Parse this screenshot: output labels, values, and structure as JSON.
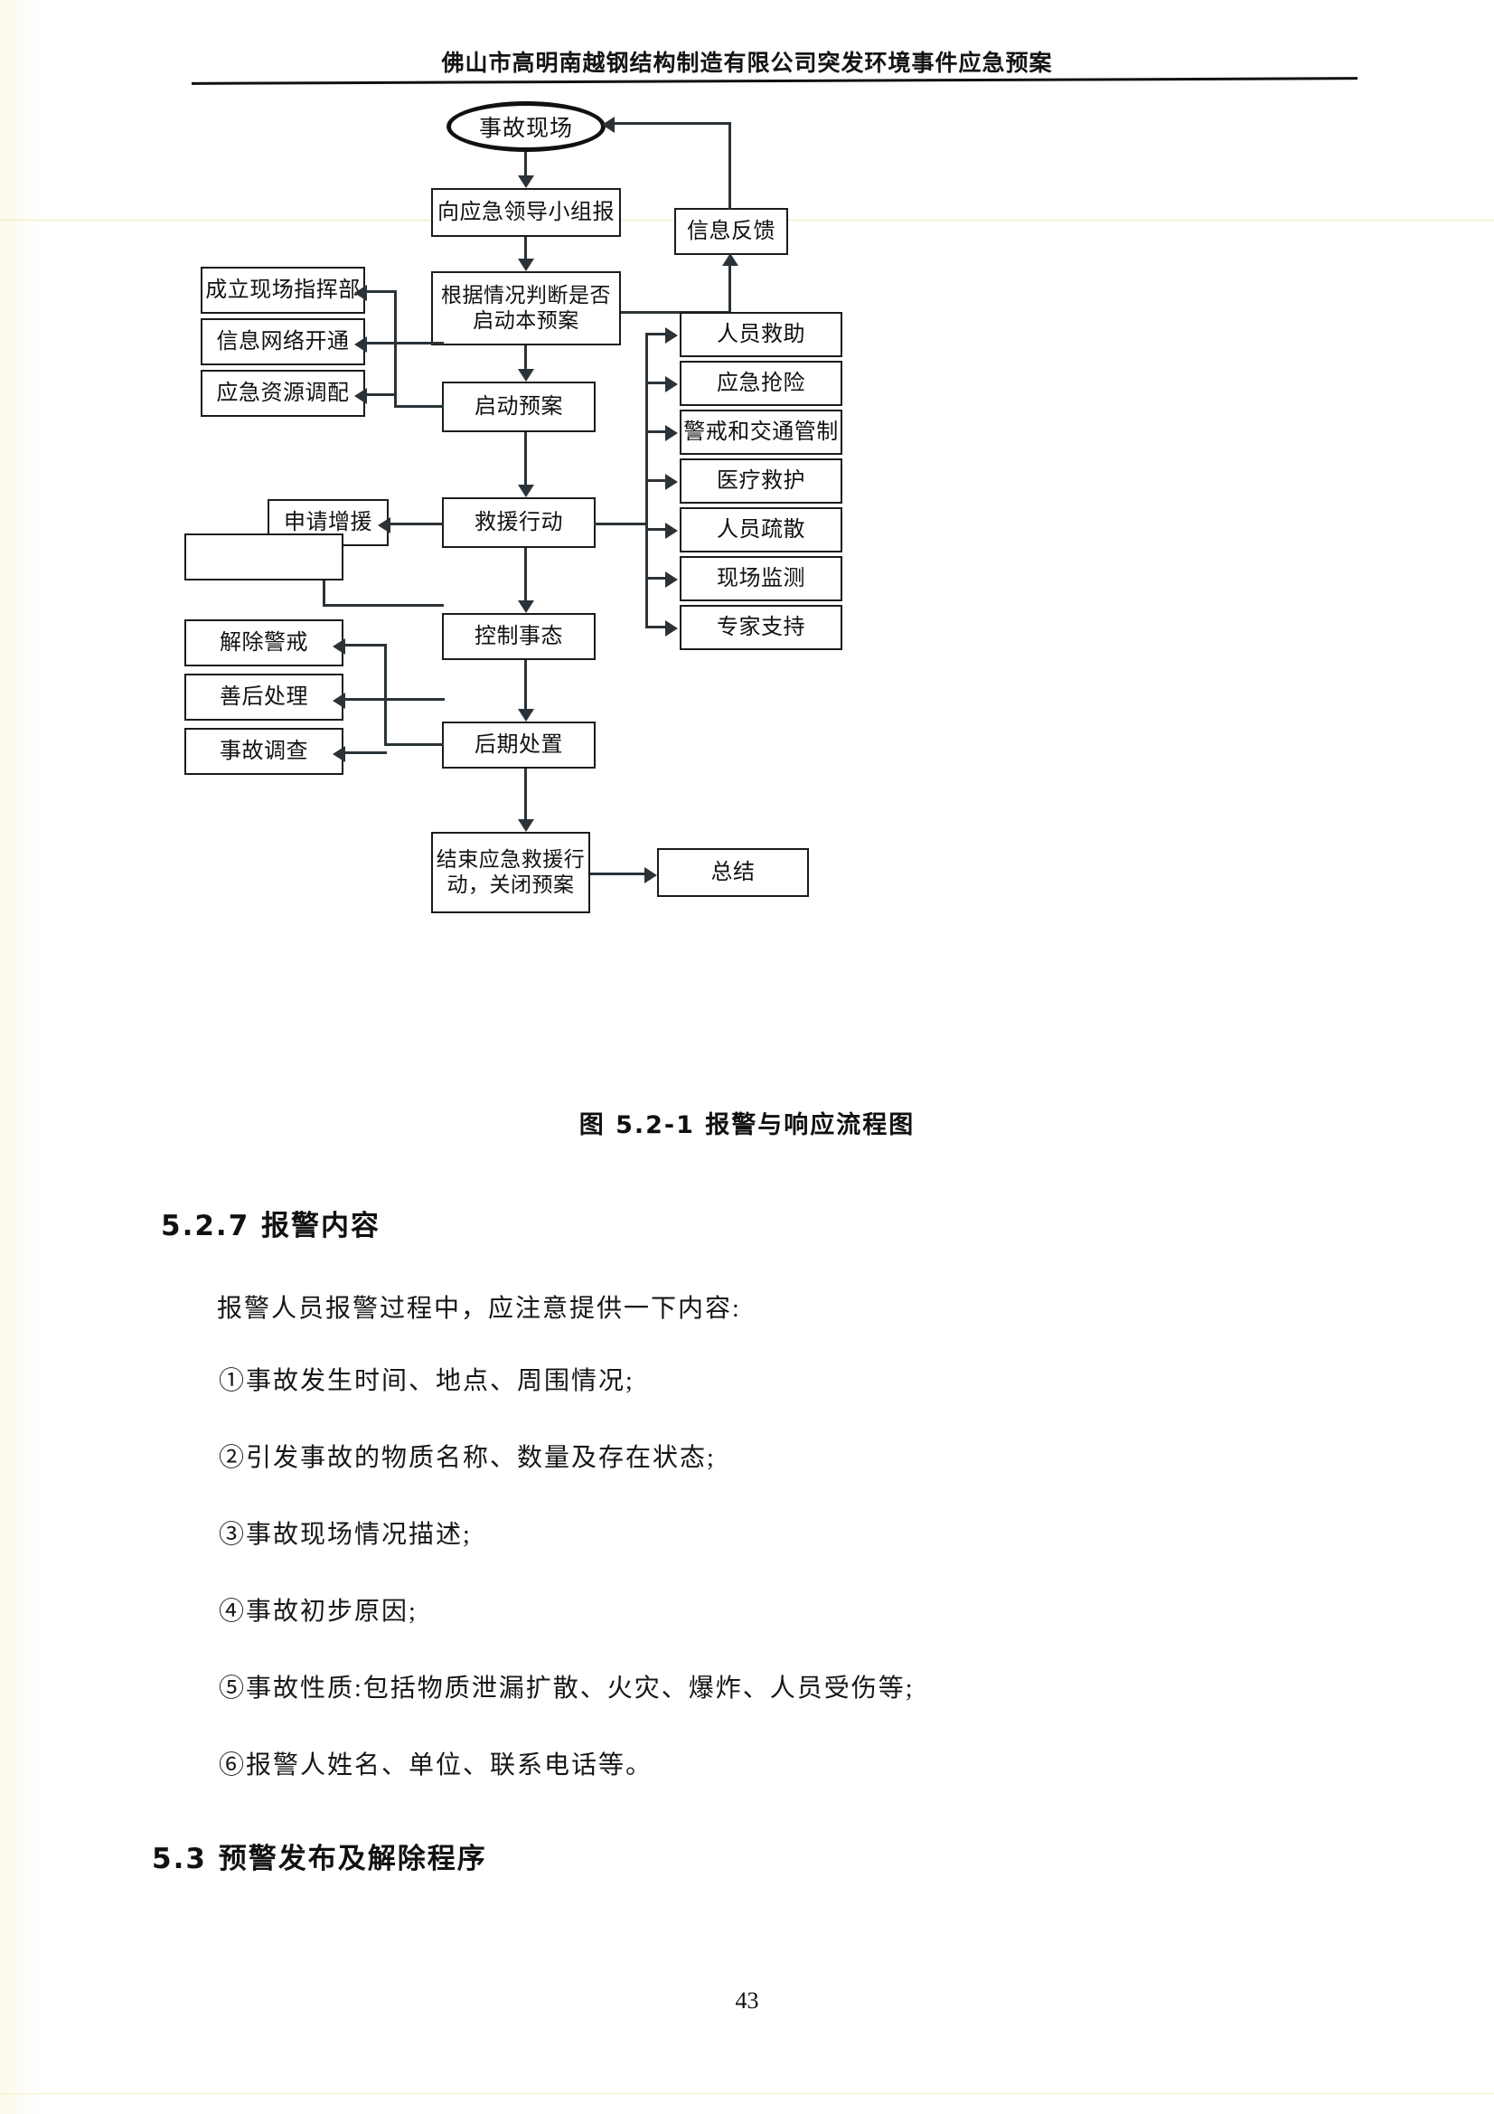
{
  "header": {
    "title": "佛山市高明南越钢结构制造有限公司突发环境事件应急预案"
  },
  "figure": {
    "caption": "图 5.2-1  报警与响应流程图",
    "nodes": {
      "accident_scene": "事故现场",
      "report_to_group": "向应急领导小组报",
      "info_feedback": "信息反馈",
      "judge_activate": "根据情况判断是否\n启动本预案",
      "judge_activate_line1": "根据情况判断是否",
      "judge_activate_line2": "启动本预案",
      "activate_plan": "启动预案",
      "set_up_command": "成立现场指挥部",
      "open_network": "信息网络开通",
      "allocate_resources": "应急资源调配",
      "rescue_action": "救援行动",
      "request_support": "申请增援",
      "control_situation": "控制事态",
      "later_disposal": "后期处置",
      "lift_alert": "解除警戒",
      "aftermath": "善后处理",
      "accident_investigation": "事故调查",
      "end_rescue_line1": "结束应急救援行",
      "end_rescue_line2": "动，关闭预案",
      "summary": "总结",
      "personnel_rescue": "人员救助",
      "emergency_repair": "应急抢险",
      "alert_traffic_control": "警戒和交通管制",
      "medical_aid": "医疗救护",
      "personnel_evacuation": "人员疏散",
      "site_monitoring": "现场监测",
      "expert_support": "专家支持"
    }
  },
  "body": {
    "section_527_heading": "5.2.7  报警内容",
    "intro_paragraph": "报警人员报警过程中，应注意提供一下内容:",
    "items": [
      "①事故发生时间、地点、周围情况;",
      "②引发事故的物质名称、数量及存在状态;",
      "③事故现场情况描述;",
      "④事故初步原因;",
      "⑤事故性质:包括物质泄漏扩散、火灾、爆炸、人员受伤等;",
      "⑥报警人姓名、单位、联系电话等。"
    ],
    "section_53_heading": "5.3  预警发布及解除程序"
  },
  "footer": {
    "page_number": "43"
  }
}
